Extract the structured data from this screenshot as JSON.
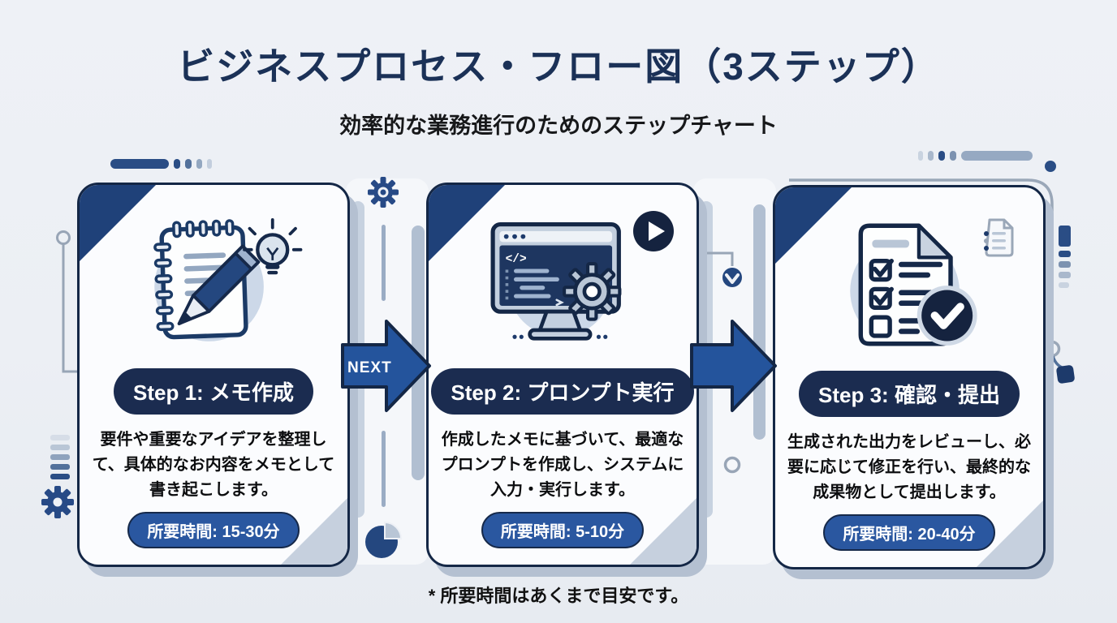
{
  "page": {
    "title": "ビジネスプロセス・フロー図（3ステップ）",
    "subtitle": "効率的な業務進行のためのステップチャート",
    "footnote": "* 所要時間はあくまで目安です。"
  },
  "flow": {
    "next_label": "NEXT"
  },
  "steps": [
    {
      "label": "Step 1: メモ作成",
      "description": "要件や重要なアイデアを整理して、具体的なお内容をメモとして書き起こします。",
      "duration": "所要時間: 15-30分",
      "main_icon": "notebook-pen-icon",
      "corner_icon": "lightbulb-icon"
    },
    {
      "label": "Step 2: プロンプト実行",
      "description": "作成したメモに基づいて、最適なプロンプトを作成し、システムに入力・実行します。",
      "duration": "所要時間: 5-10分",
      "main_icon": "monitor-code-gear-icon",
      "corner_icon": "play-icon",
      "screen_glyph": "</>"
    },
    {
      "label": "Step 3: 確認・提出",
      "description": "生成された出力をレビューし、必要に応じて修正を行い、最終的な成果物として提出します。",
      "duration": "所要時間: 20-40分",
      "main_icon": "checklist-icon",
      "corner_icon": "document-list-icon"
    }
  ],
  "colors": {
    "navy": "#142746",
    "corner_triangle": "#1f4179",
    "step_pill": "#1b2c50",
    "time_pill": "#2a57a0",
    "arrow": "#24549c",
    "icon_halo": "#ccd8e8",
    "background": "#eef1f6",
    "card_shadow": "#b4c0d1",
    "title_text": "#1b3157"
  }
}
